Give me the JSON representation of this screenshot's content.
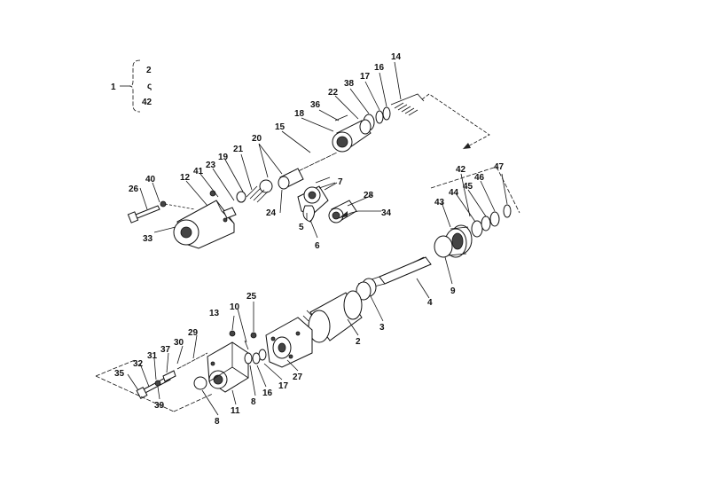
{
  "diagram": {
    "bracket_group": {
      "ref": "1",
      "top": "2",
      "mid": "ς",
      "bottom": "42"
    },
    "labels": {
      "l2a": "2",
      "l2b": "2",
      "l3": "3",
      "l4": "4",
      "l5": "5",
      "l6": "6",
      "l7": "7",
      "l8a": "8",
      "l8b": "8",
      "l9": "9",
      "l10": "10",
      "l11": "11",
      "l12": "12",
      "l13": "13",
      "l14": "14",
      "l15": "15",
      "l16a": "16",
      "l16b": "16",
      "l17a": "17",
      "l17b": "17",
      "l18": "18",
      "l19": "19",
      "l20": "20",
      "l21": "21",
      "l22": "22",
      "l23": "23",
      "l24": "24",
      "l25": "25",
      "l26": "26",
      "l27": "27",
      "l28": "28",
      "l29": "29",
      "l30": "30",
      "l31": "31",
      "l32": "32",
      "l33": "33",
      "l34": "34",
      "l35": "35",
      "l36": "36",
      "l37": "37",
      "l38": "38",
      "l39": "39",
      "l40": "40",
      "l41": "41",
      "l42": "42",
      "l43": "43",
      "l44": "44",
      "l45": "45",
      "l46": "46",
      "l47": "47"
    }
  }
}
